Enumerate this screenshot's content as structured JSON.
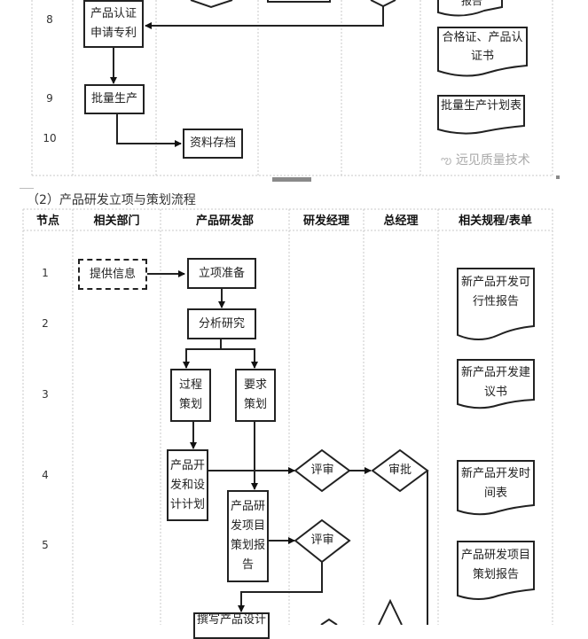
{
  "top_flow": {
    "rows": [
      {
        "node": "8",
        "department_box": "产品认证\n申请专利",
        "form": "合格证、产品认证书"
      },
      {
        "node": "9",
        "department_box": "批量生产",
        "form": "批量生产计划表"
      },
      {
        "node": "10",
        "archive_box": "资料存档"
      }
    ],
    "partial_form_above": "报告",
    "form_labels": {
      "cert": [
        "合格证、产品认",
        "证书"
      ],
      "batch": "批量生产计划表"
    },
    "boxes": {
      "cert_patent": [
        "产品认证",
        "申请专利"
      ],
      "batch_production": "批量生产",
      "archive": "资料存档"
    },
    "watermark": "远见质量技术"
  },
  "section2": {
    "title": "（2）产品研发立项与策划流程",
    "headers": [
      "节点",
      "相关部门",
      "产品研发部",
      "研发经理",
      "总经理",
      "相关规程/表单"
    ],
    "nodes": [
      "1",
      "2",
      "3",
      "4",
      "5"
    ],
    "steps": {
      "provide_info": "提供信息",
      "project_prep": "立项准备",
      "analysis": "分析研究",
      "process_plan": [
        "过程",
        "策划"
      ],
      "requirement_plan": [
        "要求",
        "策划"
      ],
      "dev_design_plan": [
        "产品开",
        "发和设",
        "计计划"
      ],
      "project_plan_report": [
        "产品研",
        "发项目",
        "策划报",
        "告"
      ],
      "review_1": "评审",
      "approve": "审批",
      "review_2": "评审",
      "next_partial": "撰写产品设计"
    },
    "forms": [
      [
        "新产品开发可",
        "行性报告"
      ],
      [
        "新产品开发建",
        "议书"
      ],
      [
        "新产品开发时",
        "间表"
      ],
      [
        "产品研发项目",
        "策划报告"
      ]
    ]
  }
}
